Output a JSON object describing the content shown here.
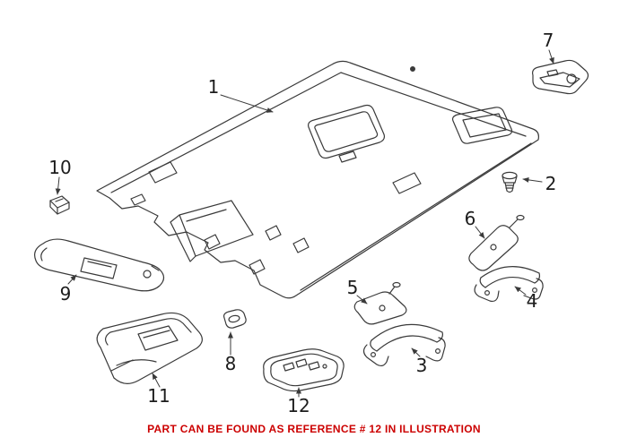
{
  "labels": [
    "1",
    "2",
    "3",
    "4",
    "5",
    "6",
    "7",
    "8",
    "9",
    "10",
    "11",
    "12"
  ],
  "caption": {
    "text": "PART CAN BE FOUND AS REFERENCE # 12 IN ILLUSTRATION",
    "color": "#cc0000"
  },
  "diagram": {
    "stroke_color": "#3a3a3a"
  }
}
